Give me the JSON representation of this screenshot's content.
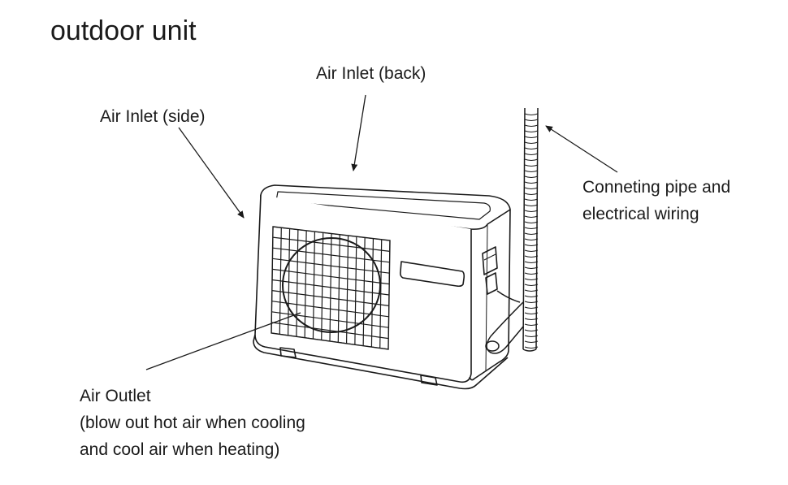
{
  "title": "outdoor unit",
  "labels": {
    "air_inlet_back": "Air Inlet (back)",
    "air_inlet_side": "Air Inlet (side)",
    "pipe": [
      "Conneting pipe and",
      "electrical wiring"
    ],
    "air_outlet": [
      "Air Outlet",
      "(blow out hot air when cooling",
      "and cool air when heating)"
    ]
  }
}
